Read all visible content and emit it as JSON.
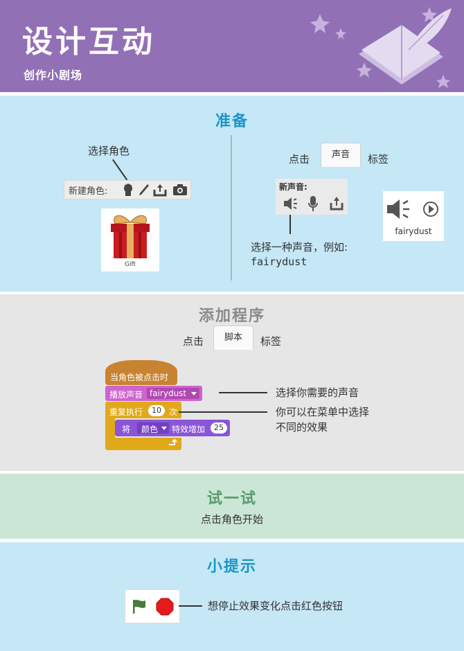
{
  "header": {
    "title": "设计互动",
    "subtitle": "创作小剧场"
  },
  "colors": {
    "header_bg": "#9270b6",
    "section_blue": "#c5e7f6",
    "section_gray": "#e6e6e7",
    "section_green": "#cbe6d7",
    "events_block": "#c88330",
    "sound_block": "#cf63cf",
    "control_block": "#e1a91a",
    "looks_block": "#8a55d7",
    "stop_red": "#e6191c",
    "flag_green": "#4a7a3c"
  },
  "prepare": {
    "title": "准备",
    "choose_sprite": "选择角色",
    "new_sprite_label": "新建角色:",
    "sprite_name": "Gift",
    "click_prefix": "点击",
    "sound_tab": "声音",
    "tab_suffix": "标签",
    "new_sound_label": "新声音:",
    "choose_sound_line1": "选择一种声音，例如:",
    "choose_sound_line2": "fairydust",
    "sound_name": "fairydust"
  },
  "add_script": {
    "title": "添加程序",
    "click_prefix": "点击",
    "script_tab": "脚本",
    "tab_suffix": "标签",
    "block_hat": "当角色被点击时",
    "block_play": "播放声音",
    "block_play_value": "fairydust",
    "block_repeat": "重复执行",
    "block_repeat_value": "10",
    "block_repeat_suffix": "次",
    "block_effect_prefix": "将",
    "block_effect_value": "颜色",
    "block_effect_suffix": "特效增加",
    "block_effect_amount": "25",
    "note_sound": "选择你需要的声音",
    "note_effect_line1": "你可以在菜单中选择",
    "note_effect_line2": "不同的效果"
  },
  "try_it": {
    "title": "试一试",
    "text": "点击角色开始"
  },
  "tips": {
    "title": "小提示",
    "text": "想停止效果变化点击红色按钮"
  }
}
